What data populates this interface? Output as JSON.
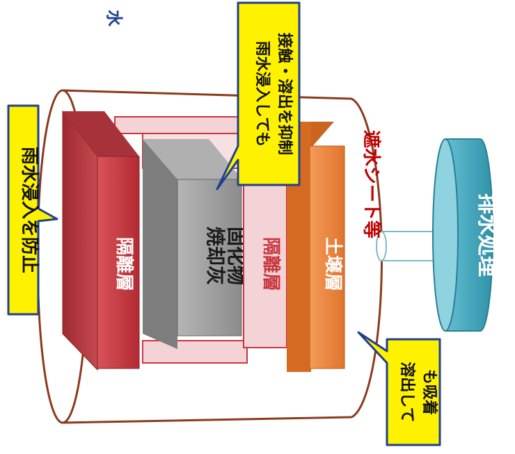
{
  "title_fragment": "水",
  "layers": {
    "isolation_outer": "隔離層",
    "core_line1": "焼却灰",
    "core_line2": "固化物",
    "isolation_inner": "隔離層",
    "soil": "土壌層"
  },
  "sheet_label": "遮水シート等",
  "drain_label": "排水処理",
  "callouts": {
    "rain_prevent": "雨水浸入を防止",
    "suppress_line1": "雨水浸入しても",
    "suppress_line2": "接触・溶出を抑制",
    "adsorb_line1": "溶出して",
    "adsorb_line2": "も吸着"
  },
  "colors": {
    "isolation_red": "#c8363e",
    "isolation_pink": "#f3d3d6",
    "core_gray": "#9a9a9a",
    "soil_orange": "#ed7d31",
    "sheet_brown": "#8b3a1e",
    "drain_blue": "#3aa2b8",
    "callout_yellow": "#fff200",
    "callout_border": "#1f3f8f",
    "label_red": "#c00000"
  }
}
